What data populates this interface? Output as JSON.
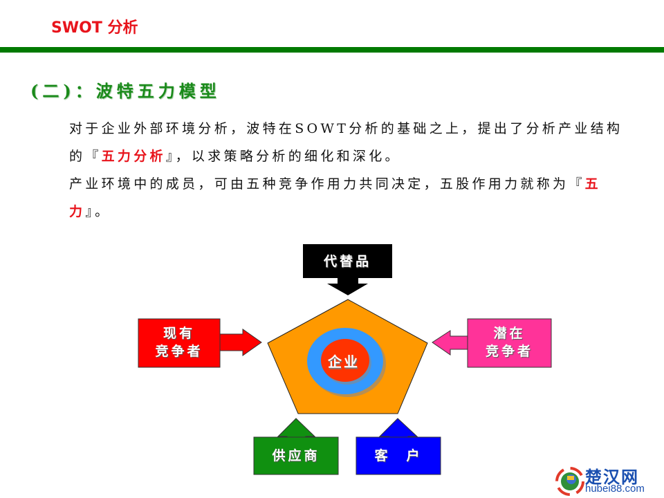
{
  "header": {
    "title": "SWOT 分析",
    "bar_color": "#007a00",
    "title_color": "#e8141c"
  },
  "section": {
    "title": "(二)：波特五力模型"
  },
  "body": {
    "p1_pre": "对于企业外部环境分析，波特在SOWT分析的基础之上，提出了分析产业结构的『",
    "p1_highlight": "五力分析",
    "p1_post": "』，以求策略分析的细化和深化。",
    "p2_pre": "产业环境中的成员，可由五种竞争作用力共同决定，五股作用力就称为『",
    "p2_highlight": "五力",
    "p2_post": "』。"
  },
  "diagram": {
    "center": {
      "label": "企业",
      "pentagon_color": "#ff9900",
      "ring_color": "#3399ff",
      "core_color": "#ff3300"
    },
    "top": {
      "label": "代替品",
      "color": "#000000"
    },
    "left": {
      "line1": "现有",
      "line2": "竞争者",
      "color": "#ff0000"
    },
    "right": {
      "line1": "潜在",
      "line2": "竞争者",
      "color": "#ff3399"
    },
    "bottom_left": {
      "label": "供应商",
      "color": "#109010"
    },
    "bottom_right": {
      "label": "客　户",
      "color": "#0000ff"
    }
  },
  "watermark": {
    "name": "楚汉网",
    "domain": "hubei88.com"
  }
}
